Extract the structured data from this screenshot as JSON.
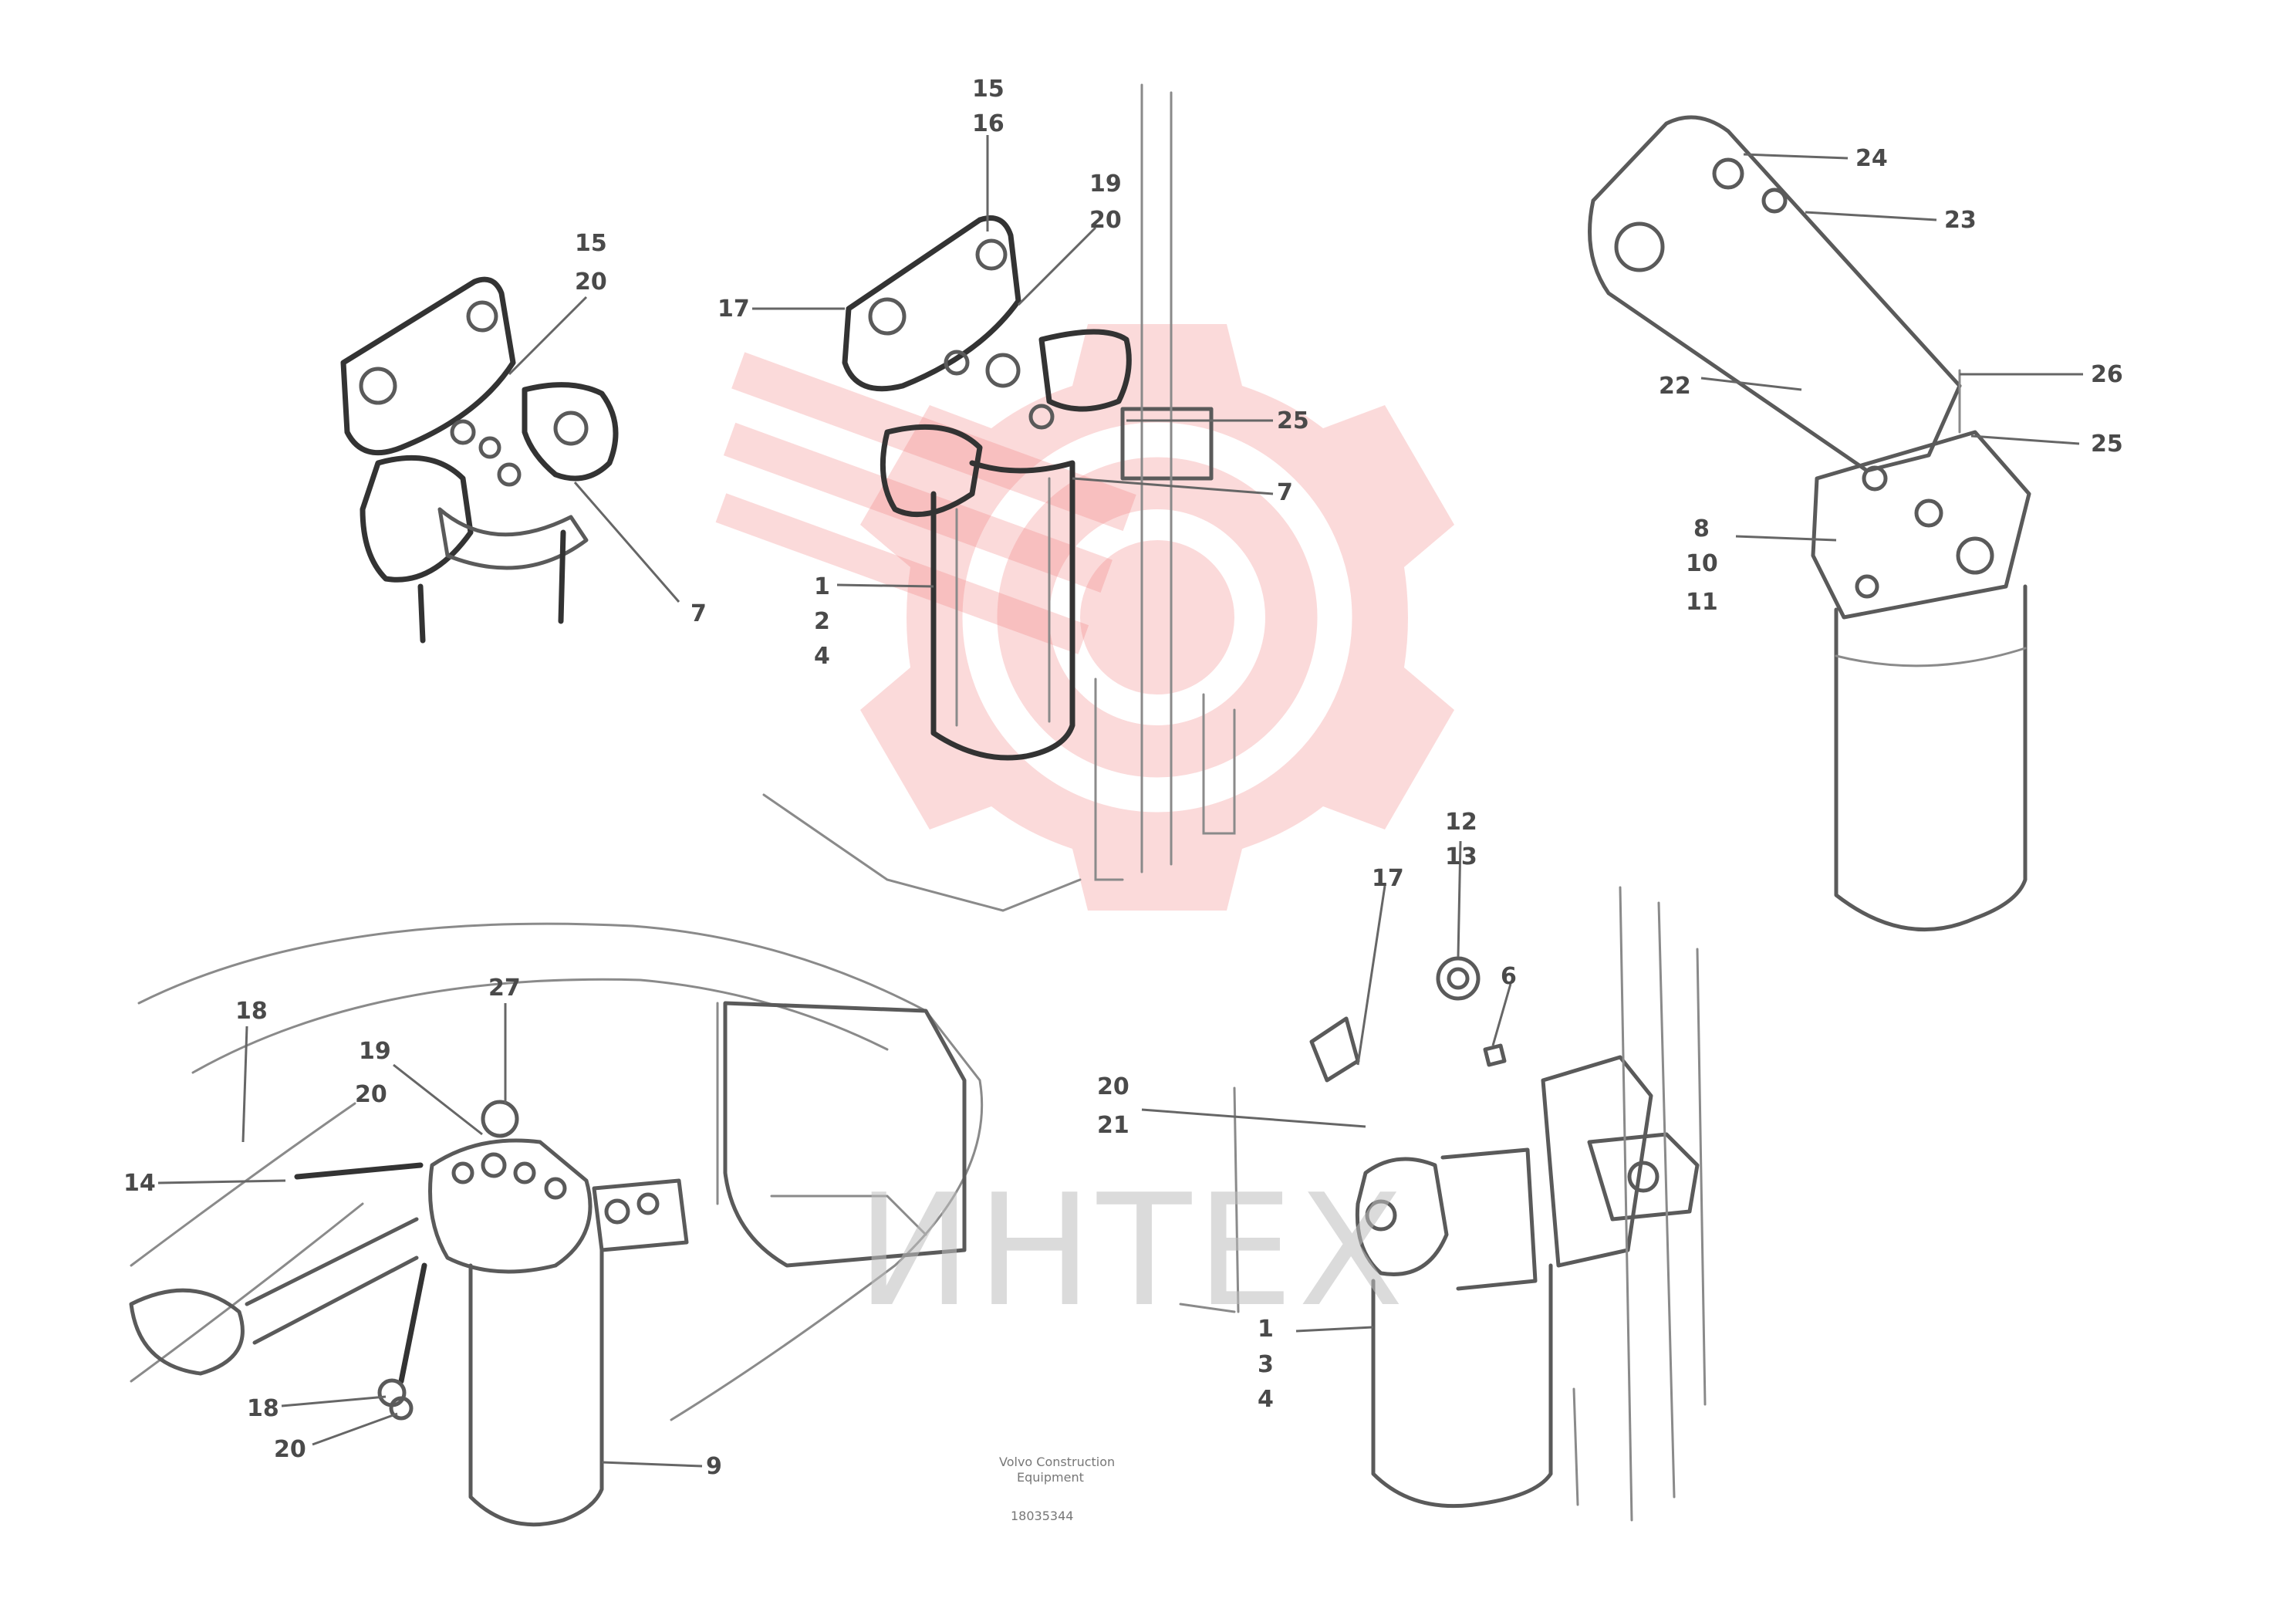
{
  "callouts": {
    "top_left": {
      "c1": "15",
      "c2": "20",
      "c3": "7"
    },
    "top_center": {
      "c1": "15",
      "c2": "16",
      "c3": "19",
      "c4": "20",
      "c5": "17",
      "c6": "25",
      "c7": "7",
      "c8": "1",
      "c9": "2",
      "c10": "4"
    },
    "top_right": {
      "c1": "24",
      "c2": "23",
      "c3": "22",
      "c4": "26",
      "c5": "25",
      "c6": "8",
      "c7": "10",
      "c8": "11"
    },
    "bottom_left": {
      "c1": "18",
      "c2": "27",
      "c3": "19",
      "c4": "20",
      "c5": "14",
      "c6": "18",
      "c7": "20",
      "c8": "9"
    },
    "bottom_right": {
      "c1": "12",
      "c2": "13",
      "c3": "17",
      "c4": "6",
      "c5": "20",
      "c6": "21",
      "c7": "1",
      "c8": "3",
      "c9": "4"
    }
  },
  "caption": {
    "line1": "Volvo Construction",
    "line2": "Equipment",
    "line3": "18035344"
  },
  "watermark": {
    "text": "ИНТЕХ",
    "color": "#f07b7b"
  }
}
